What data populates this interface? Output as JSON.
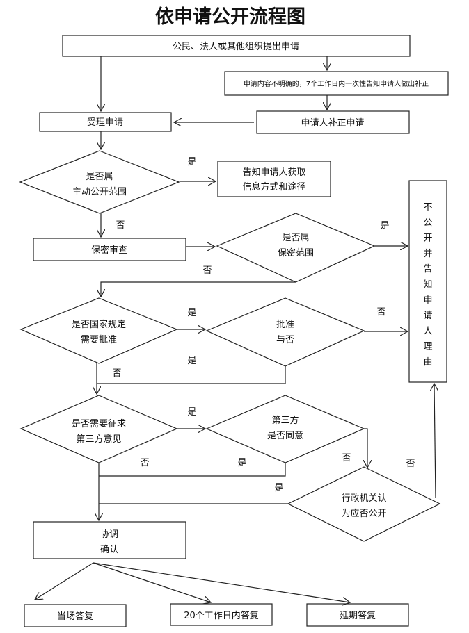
{
  "title": "依申请公开流程图",
  "nodes": {
    "submit": "公民、法人或其他组织提出申请",
    "unclear_notice": "申请内容不明确的，7个工作日内一次性告知申请人做出补正",
    "accept": "受理申请",
    "supplement": "申请人补正申请",
    "q_active_1": "是否属",
    "q_active_2": "主动公开范围",
    "inform_1": "告知申请人获取",
    "inform_2": "信息方式和途径",
    "confidential_review": "保密审查",
    "q_secret_1": "是否属",
    "q_secret_2": "保密范围",
    "q_approval_1": "是否国家规定",
    "q_approval_2": "需要批准",
    "approve_1": "批准",
    "approve_2": "与否",
    "q_third_1": "是否需要征求",
    "q_third_2": "第三方意见",
    "third_agree_1": "第三方",
    "third_agree_2": "是否同意",
    "admin_1": "行政机关认",
    "admin_2": "为应否公开",
    "coord_1": "协调",
    "coord_2": "确认",
    "reply_now": "当场答复",
    "reply_20": "20个工作日内答复",
    "reply_ext": "延期答复",
    "no_disclose": [
      "不",
      "公",
      "开",
      "并",
      "告",
      "知",
      "申",
      "请",
      "人",
      "理",
      "由"
    ]
  },
  "labels": {
    "yes": "是",
    "no": "否"
  }
}
